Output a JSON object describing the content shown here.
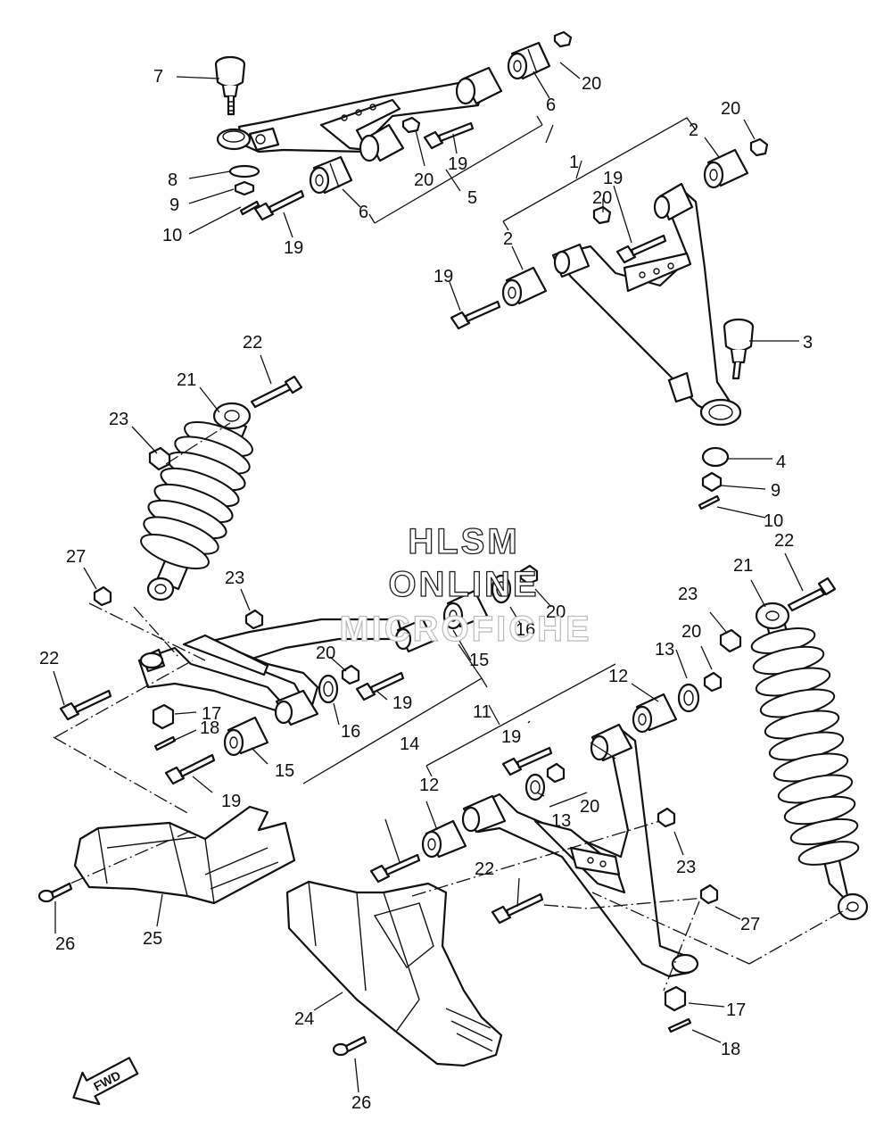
{
  "watermark": {
    "line1": "HLSM",
    "line2": "ONLINE",
    "line3": "MICROFICHE"
  },
  "direction_arrow": "FWD",
  "callouts": {
    "c1": "1",
    "c2a": "2",
    "c2b": "2",
    "c3": "3",
    "c4": "4",
    "c5": "5",
    "c6a": "6",
    "c6b": "6",
    "c7": "7",
    "c8": "8",
    "c9a": "9",
    "c9b": "9",
    "c10a": "10",
    "c10b": "10",
    "c11": "11",
    "c12a": "12",
    "c12b": "12",
    "c13a": "13",
    "c13b": "13",
    "c14": "14",
    "c15a": "15",
    "c15b": "15",
    "c16a": "16",
    "c16b": "16",
    "c17a": "17",
    "c17b": "17",
    "c18a": "18",
    "c18b": "18",
    "c19a": "19",
    "c19b": "19",
    "c19c": "19",
    "c19d": "19",
    "c19e": "19",
    "c19f": "19",
    "c19g": "19",
    "c20a": "20",
    "c20b": "20",
    "c20c": "20",
    "c20d": "20",
    "c20e": "20",
    "c20f": "20",
    "c20g": "20",
    "c21a": "21",
    "c21b": "21",
    "c22a": "22",
    "c22b": "22",
    "c22c": "22",
    "c22d": "22",
    "c23a": "23",
    "c23b": "23",
    "c23c": "23",
    "c23d": "23",
    "c24": "24",
    "c25": "25",
    "c26a": "26",
    "c26b": "26",
    "c27a": "27",
    "c27b": "27"
  },
  "icons": [
    "ball-joint-icon",
    "a-arm-icon",
    "bushing-icon",
    "shock-absorber-icon",
    "bolt-icon",
    "nut-icon",
    "guard-plate-icon",
    "fwd-arrow-icon"
  ]
}
